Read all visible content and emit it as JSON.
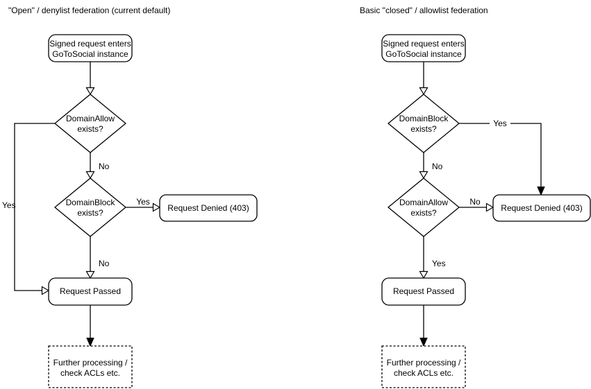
{
  "colors": {
    "background": "#ffffff",
    "stroke": "#000000",
    "node_fill": "#ffffff",
    "text": "#000000"
  },
  "charts": {
    "left": {
      "title": "\"Open\" / denylist federation (current default)",
      "nodes": {
        "start": {
          "line1": "Signed request enters",
          "line2": "GoToSocial instance"
        },
        "decision1": {
          "line1": "DomainAllow",
          "line2": "exists?"
        },
        "decision2": {
          "line1": "DomainBlock",
          "line2": "exists?"
        },
        "denied": {
          "label": "Request Denied (403)"
        },
        "passed": {
          "label": "Request Passed"
        },
        "further": {
          "line1": "Further processing /",
          "line2": "check ACLs etc."
        }
      },
      "edge_labels": {
        "decision1_yes": "Yes",
        "decision1_no": "No",
        "decision2_yes": "Yes",
        "decision2_no": "No"
      }
    },
    "right": {
      "title": "Basic \"closed\" / allowlist federation",
      "nodes": {
        "start": {
          "line1": "Signed request enters",
          "line2": "GoToSocial instance"
        },
        "decision1": {
          "line1": "DomainBlock",
          "line2": "exists?"
        },
        "decision2": {
          "line1": "DomainAllow",
          "line2": "exists?"
        },
        "denied": {
          "label": "Request Denied (403)"
        },
        "passed": {
          "label": "Request Passed"
        },
        "further": {
          "line1": "Further processing /",
          "line2": "check ACLs etc."
        }
      },
      "edge_labels": {
        "decision1_yes": "Yes",
        "decision1_no": "No",
        "decision2_no": "No",
        "decision2_yes": "Yes"
      }
    }
  }
}
